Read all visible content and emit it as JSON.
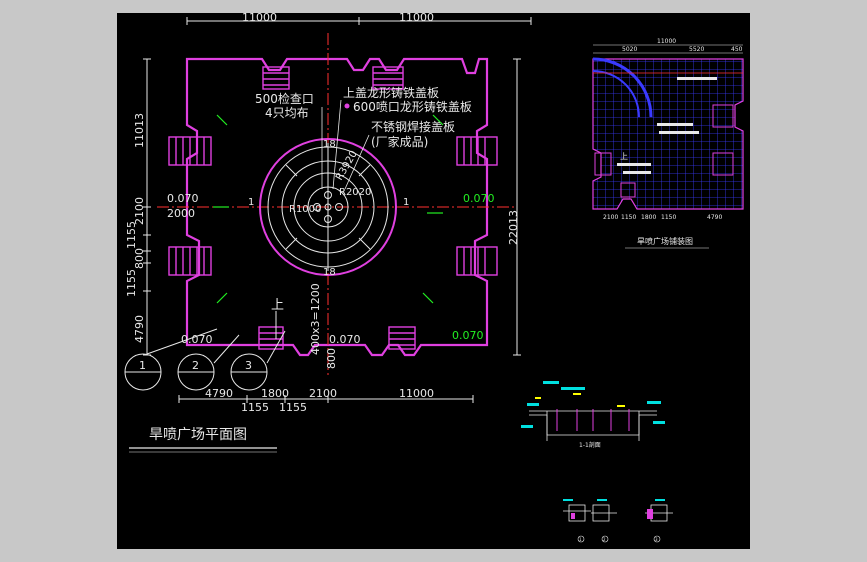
{
  "colors": {
    "viewport_bg": "#000000",
    "frame": "#c8c8c8",
    "wall": "#e040e0",
    "dim": "#e8e8e8",
    "green": "#22ee22",
    "red": "#ff3030",
    "blue": "#3a3aff",
    "cyan": "#00e0e0",
    "yellow": "#ffff00"
  },
  "main_plan": {
    "title": "旱喷广场平面图",
    "dims_top": [
      "11000",
      "11000"
    ],
    "dims_left": [
      "11013",
      "2100",
      "1155",
      "800",
      "1155",
      "4790"
    ],
    "dim_right": "22013",
    "dims_bottom_row1": [
      "4790",
      "1800",
      "2100",
      "11000"
    ],
    "dims_bottom_row2": [
      "1155",
      "1155"
    ],
    "dim_2000": "2000",
    "dim_vertical_center": "400x3=1200",
    "dim_800": "800",
    "elevations": [
      "0.070",
      "0.070",
      "0.070",
      "0.070",
      "0.070"
    ],
    "labels": {
      "inspection": "500检查口",
      "inspection_2": "4只均布",
      "cover_top": "上盖龙形铸铁盖板",
      "cover_600": "600喷口龙形铸铁盖板",
      "steel_cover": "不锈钢焊接盖板",
      "steel_cover_2": "(厂家成品)",
      "up": "上",
      "r1000": "R1000",
      "r2020": "R2020",
      "r3920": "R3920",
      "n18_top": "18",
      "n18_bot": "18",
      "n1_left": "1",
      "n1_right": "1"
    },
    "callouts": [
      "1",
      "2",
      "3"
    ]
  },
  "tile_plan": {
    "title": "旱喷广场铺装图",
    "dim_top": "11000",
    "dims_top_sub": [
      "5020",
      "5520",
      "450"
    ],
    "dims_bottom": [
      "2100",
      "1150",
      "1800",
      "1150",
      "4790"
    ],
    "label_up": "上"
  },
  "section": {
    "title": "1-1剖面"
  },
  "details": {
    "callouts": [
      "1",
      "2",
      "3"
    ]
  }
}
